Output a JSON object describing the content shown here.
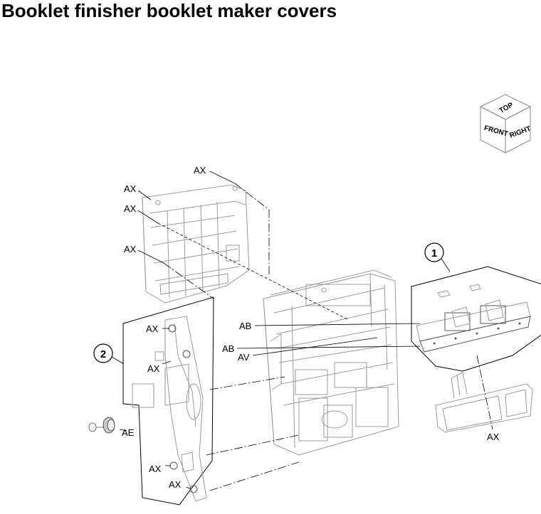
{
  "title": "Booklet finisher booklet maker covers",
  "orientation_cube": {
    "top": "TOP",
    "front": "FRONT",
    "right": "RIGHT"
  },
  "callouts": {
    "c1": "1",
    "c2": "2"
  },
  "labels": {
    "ax_1": "AX",
    "ax_2": "AX",
    "ax_3": "AX",
    "ax_4": "AX",
    "ax_5": "AX",
    "ax_6": "AX",
    "ax_7": "AX",
    "ax_8": "AX",
    "ax_9": "AX",
    "ab_1": "AB",
    "ab_2": "AB",
    "av": "AV",
    "ae": "AE"
  }
}
